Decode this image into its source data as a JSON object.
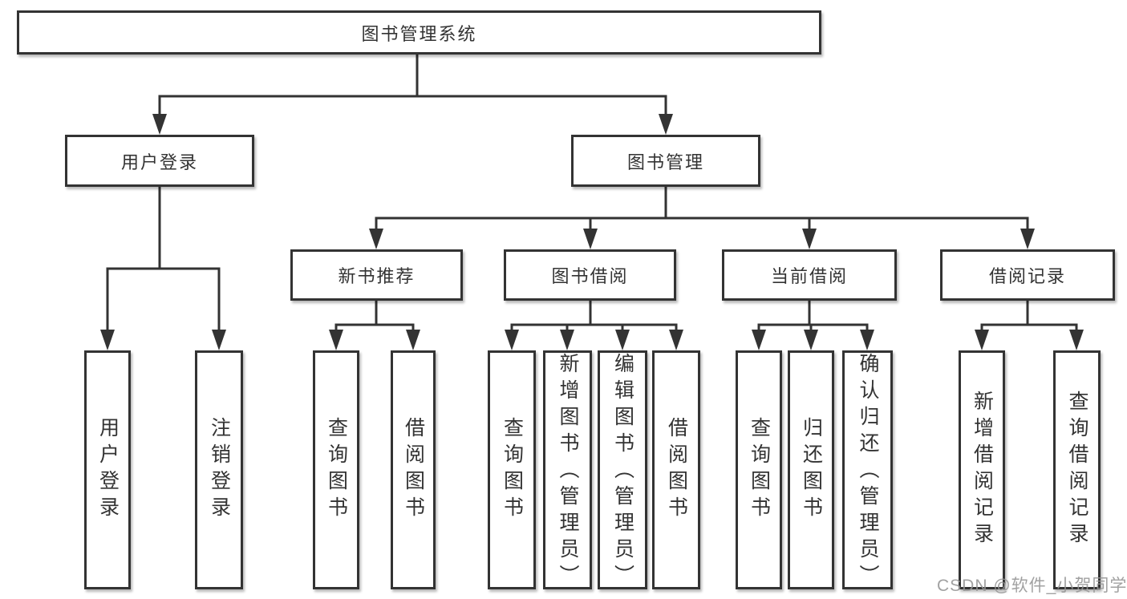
{
  "colors": {
    "background": "#ffffff",
    "box_border": "#333333",
    "connector_line": "#333333",
    "text": "#333333",
    "watermark": "#949494"
  },
  "watermark": {
    "text": "CSDN @软件_小贺同学"
  },
  "diagram": {
    "type": "hierarchy-tree",
    "root": {
      "label": "图书管理系统"
    },
    "branches": [
      {
        "label": "用户登录",
        "children": [
          {
            "label": "用户登录"
          },
          {
            "label": "注销登录"
          }
        ]
      },
      {
        "label": "图书管理",
        "children": [
          {
            "label": "新书推荐",
            "children": [
              {
                "label": "查询图书"
              },
              {
                "label": "借阅图书"
              }
            ]
          },
          {
            "label": "图书借阅",
            "children": [
              {
                "label": "查询图书"
              },
              {
                "label": "新增图书（管理员）"
              },
              {
                "label": "编辑图书（管理员）"
              },
              {
                "label": "借阅图书"
              }
            ]
          },
          {
            "label": "当前借阅",
            "children": [
              {
                "label": "查询图书"
              },
              {
                "label": "归还图书"
              },
              {
                "label": "确认归还（管理员）"
              }
            ]
          },
          {
            "label": "借阅记录",
            "children": [
              {
                "label": "新增借阅记录"
              },
              {
                "label": "查询借阅记录"
              }
            ]
          }
        ]
      }
    ]
  }
}
